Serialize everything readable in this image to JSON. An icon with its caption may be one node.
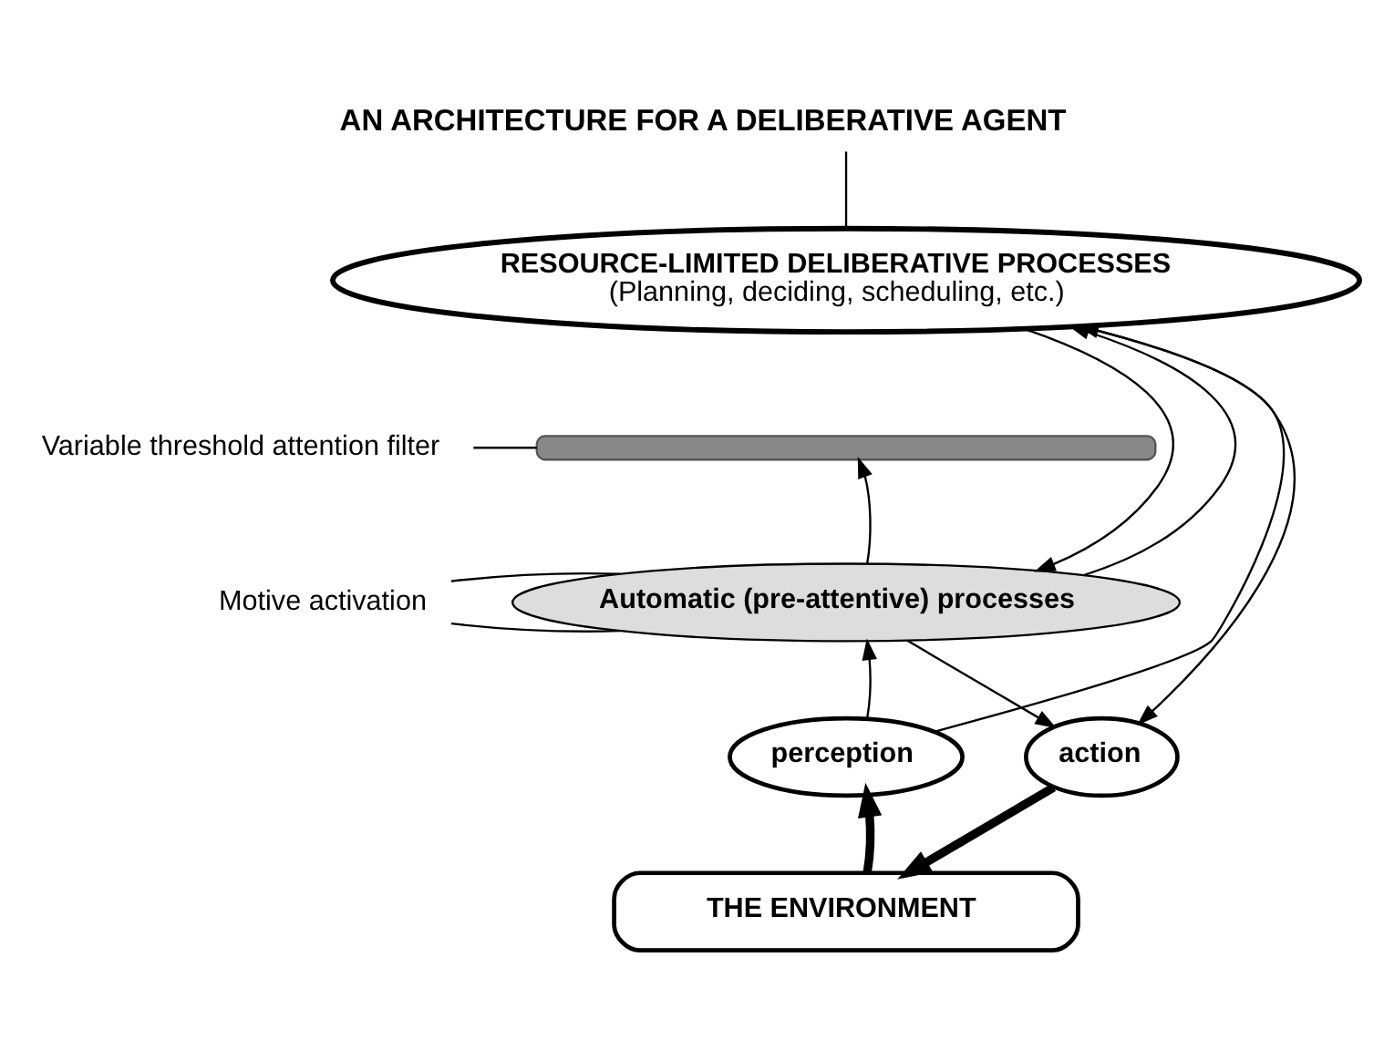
{
  "diagram": {
    "title": "AN ARCHITECTURE FOR A DELIBERATIVE AGENT",
    "nodes": [
      {
        "text": [
          "RESOURCE-LIMITED DELIBERATIVE PROCESSES",
          "(Planning, deciding, scheduling, etc.)"
        ]
      },
      {
        "text": [],
        "shape": "bar"
      },
      {
        "text": [
          "Automatic (pre-attentive) processes"
        ]
      },
      {
        "text": [
          "perception"
        ]
      },
      {
        "text": [
          "action"
        ]
      },
      {
        "text": [
          "THE ENVIRONMENT"
        ]
      },
      {
        "text": [
          "Motive activation"
        ]
      },
      {
        "text": [
          "Variable threshold attention filter"
        ]
      }
    ],
    "edges": [
      {
        "from": 3,
        "to": 0,
        "arrow": "to"
      },
      {
        "from": 3,
        "to": 2,
        "arrow": "to"
      },
      {
        "from": 2,
        "to": 0,
        "arrow": "to"
      },
      {
        "from": 0,
        "to": 2,
        "arrow": "to"
      },
      {
        "from": 2,
        "to": 1,
        "arrow": "to"
      },
      {
        "from": 2,
        "to": 4,
        "arrow": "to"
      },
      {
        "from": 0,
        "to": 4,
        "arrow": "to"
      },
      {
        "from": 4,
        "to": 5,
        "arrow": "to",
        "style": "thick"
      },
      {
        "from": 5,
        "to": 3,
        "arrow": "to",
        "style": "thick"
      },
      {
        "from": 6,
        "to": 2,
        "arrow": "none"
      },
      {
        "from": 6,
        "to": 2,
        "arrow": "none"
      },
      {
        "from": null,
        "to": 0,
        "arrow": "none"
      },
      {
        "from": 7,
        "to": 1,
        "arrow": "none"
      }
    ]
  }
}
